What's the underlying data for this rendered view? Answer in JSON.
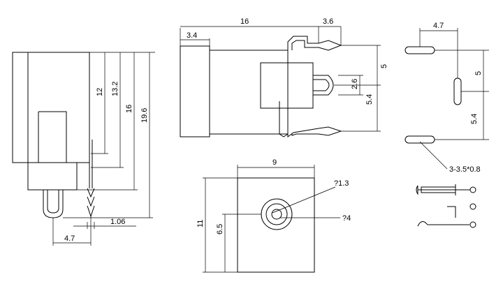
{
  "dims": {
    "side_h12": "12",
    "side_h13_2": "13.2",
    "side_h16": "16",
    "side_h19_6": "19.6",
    "side_w4_7": "4.7",
    "side_w1_06": "1.06",
    "top_w16": "16",
    "top_w3_4": "3.4",
    "top_w3_6": "3.6",
    "top_h5": "5",
    "top_h2_6": "2.6",
    "top_h5_4": "5.4",
    "front_w9": "9",
    "front_h11": "11",
    "front_h6_5": "6.5",
    "front_d1_3": "?1.3",
    "front_d4": "?4",
    "pin_w4_7": "4.7",
    "pin_h5": "5",
    "pin_h5_4": "5.4",
    "pin_size": "3-3.5*0.8"
  }
}
